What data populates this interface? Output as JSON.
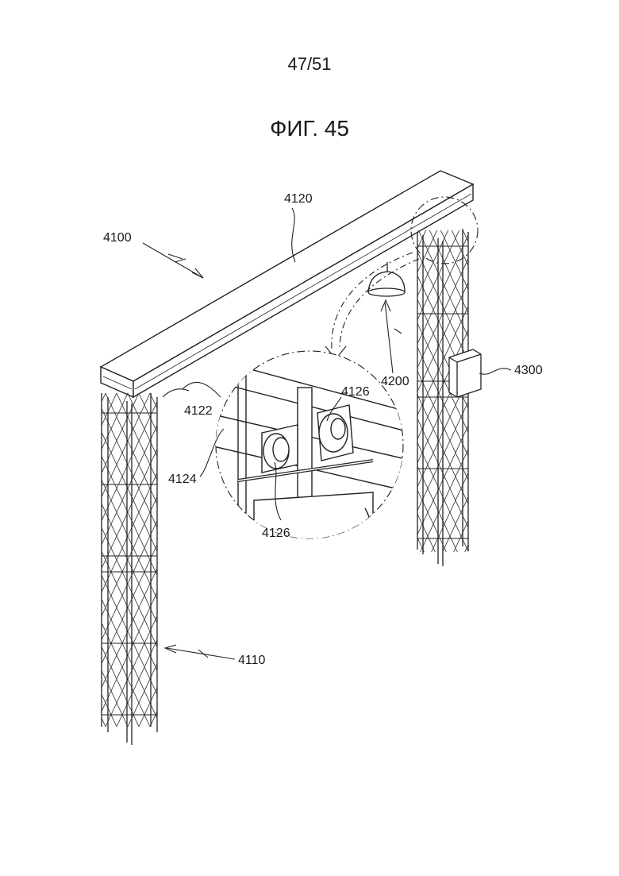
{
  "page": {
    "number": "47/51",
    "figure_title": "ФИГ. 45"
  },
  "labels": {
    "frame": "4100",
    "beam": "4120",
    "lamp": "4200",
    "box": "4300",
    "column": "4110",
    "rail": "4122",
    "bracket": "4124",
    "clamp_upper": "4126",
    "clamp_lower": "4126"
  }
}
